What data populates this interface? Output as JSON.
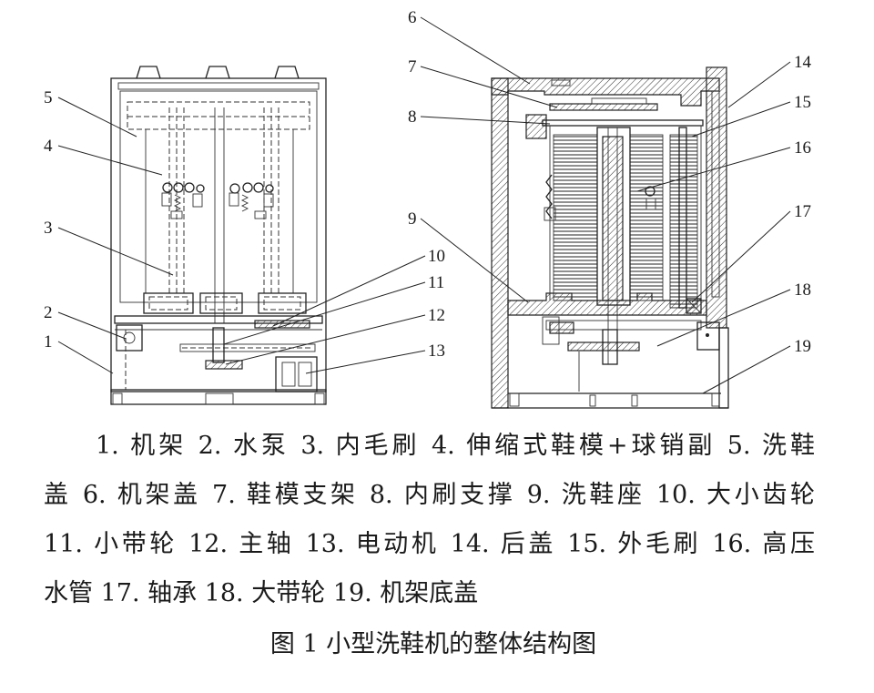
{
  "figure": {
    "callouts": [
      "1",
      "2",
      "3",
      "4",
      "5",
      "6",
      "7",
      "8",
      "9",
      "10",
      "11",
      "12",
      "13",
      "14",
      "15",
      "16",
      "17",
      "18",
      "19"
    ],
    "legend_lines": [
      "1. 机架 2. 水泵 3. 内毛刷 4. 伸缩式鞋模+球销副 5. 洗鞋",
      "盖 6. 机架盖 7. 鞋模支架 8. 内刷支撑 9. 洗鞋座 10. 大小齿轮",
      "11. 小带轮 12. 主轴 13. 电动机 14. 后盖 15. 外毛刷 16. 高压",
      "水管 17. 轴承 18. 大带轮 19. 机架底盖"
    ],
    "title": "图 1 小型洗鞋机的整体结构图"
  },
  "colors": {
    "ink": "#1a1a1a",
    "background": "#ffffff"
  }
}
